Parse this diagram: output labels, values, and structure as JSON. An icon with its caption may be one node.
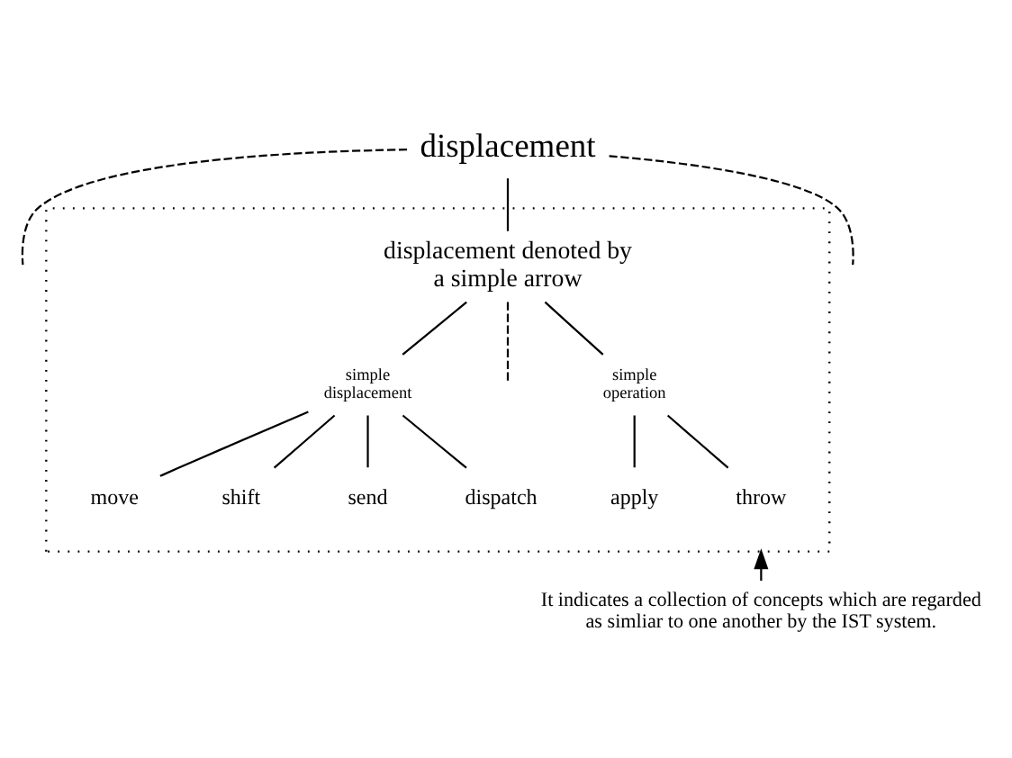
{
  "diagram": {
    "nodes": [
      {
        "text": [
          "displacement"
        ]
      },
      {
        "text": [],
        "shape": "box"
      },
      {
        "text": [
          "displacement denoted by a simple arrow"
        ],
        "in": 1
      },
      {
        "text": [
          "simple displacement"
        ],
        "in": 1
      },
      {
        "text": [
          "simple operation"
        ],
        "in": 1
      },
      {
        "text": [
          "move"
        ],
        "in": 1
      },
      {
        "text": [
          "shift"
        ],
        "in": 1
      },
      {
        "text": [
          "send"
        ],
        "in": 1
      },
      {
        "text": [
          "dispatch"
        ],
        "in": 1
      },
      {
        "text": [
          "apply"
        ],
        "in": 1
      },
      {
        "text": [
          "throw"
        ],
        "in": 1
      },
      {
        "text": [
          "It indicates a collection of concepts which are regarded as simliar to one another by the IST system."
        ]
      }
    ],
    "edges": [
      {
        "from": 0,
        "to": null,
        "arrow": "none",
        "style": "dashed"
      },
      {
        "from": 0,
        "to": 2,
        "arrow": "none"
      },
      {
        "from": 0,
        "to": null,
        "arrow": "none",
        "style": "dashed"
      },
      {
        "from": 2,
        "to": 3,
        "arrow": "none"
      },
      {
        "from": 2,
        "to": null,
        "arrow": "none",
        "style": "dashed"
      },
      {
        "from": 2,
        "to": 4,
        "arrow": "none"
      },
      {
        "from": 3,
        "to": 5,
        "arrow": "none"
      },
      {
        "from": 3,
        "to": 6,
        "arrow": "none"
      },
      {
        "from": 3,
        "to": 7,
        "arrow": "none"
      },
      {
        "from": 3,
        "to": 8,
        "arrow": "none"
      },
      {
        "from": 4,
        "to": 9,
        "arrow": "none"
      },
      {
        "from": 4,
        "to": 10,
        "arrow": "none"
      },
      {
        "from": 11,
        "to": 1,
        "arrow": "to"
      }
    ]
  }
}
